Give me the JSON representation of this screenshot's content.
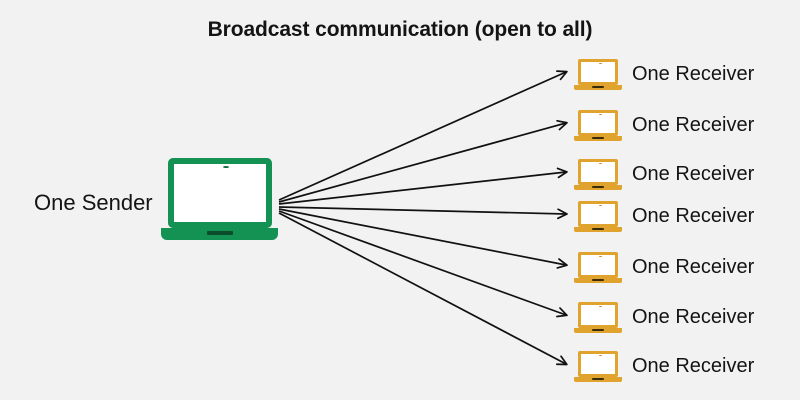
{
  "diagram": {
    "title": "Broadcast communication (open to all)",
    "background_color": "#f2f2f2",
    "sender": {
      "label": "One Sender",
      "icon": "laptop-icon",
      "color": "#149253"
    },
    "receiver_color": "#e0a42e",
    "arrow_color": "#111111",
    "arrow_count": 7,
    "receivers": [
      {
        "label": "One Receiver",
        "icon": "laptop-icon"
      },
      {
        "label": "One Receiver",
        "icon": "laptop-icon"
      },
      {
        "label": "One Receiver",
        "icon": "laptop-icon"
      },
      {
        "label": "One Receiver",
        "icon": "laptop-icon"
      },
      {
        "label": "One Receiver",
        "icon": "laptop-icon"
      },
      {
        "label": "One Receiver",
        "icon": "laptop-icon"
      },
      {
        "label": "One Receiver",
        "icon": "laptop-icon"
      }
    ]
  }
}
